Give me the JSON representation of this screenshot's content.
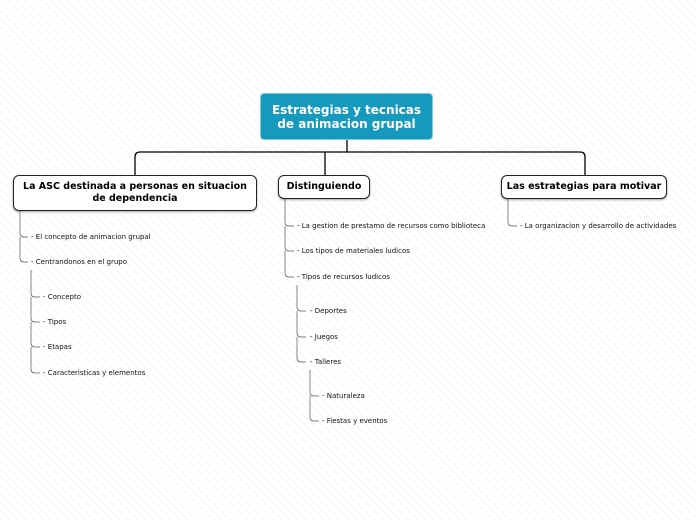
{
  "root": {
    "line1": "Estrategias y tecnicas",
    "line2": "de animacion grupal"
  },
  "branches": [
    {
      "title_line1": "La ASC destinada a personas en situacion",
      "title_line2": "de dependencia",
      "items": [
        "El concepto de animacion grupal",
        "Centrandonos en el grupo"
      ],
      "subitems": [
        "Concepto",
        "Tipos",
        "Etapas",
        "Caracteristicas y elementos"
      ]
    },
    {
      "title": "Distinguiendo",
      "items": [
        "La gestion de prestamo de recursos como biblioteca",
        "Los tipos de materiales ludicos",
        "Tipos de recursos ludicos"
      ],
      "subitems": [
        "Deportes",
        "Juegos",
        "Talleres"
      ],
      "subsubitems": [
        "Naturaleza",
        "Fiestas y eventos"
      ]
    },
    {
      "title": "Las estrategias para motivar",
      "items": [
        "La organizacion y desarrollo de actividades"
      ]
    }
  ]
}
